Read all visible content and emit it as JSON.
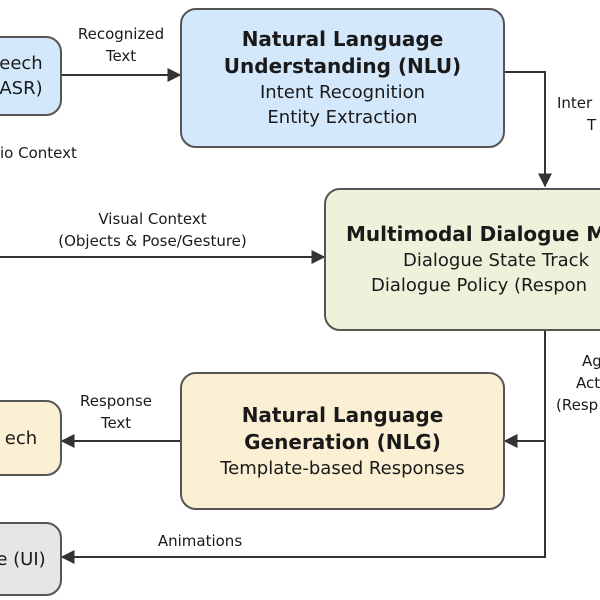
{
  "nodes": {
    "asr": {
      "lines": [
        "eech",
        "ASR)"
      ],
      "color": "#d4e8fb"
    },
    "nlu": {
      "title": [
        "Natural Language",
        "Understanding (NLU)"
      ],
      "lines": [
        "Intent Recognition",
        "Entity Extraction"
      ],
      "color": "#d4e8fb"
    },
    "dm": {
      "title": [
        "Multimodal Dialogue M"
      ],
      "lines": [
        "Dialogue State Track",
        "Dialogue Policy (Respon"
      ],
      "color": "#edf2da"
    },
    "nlg": {
      "title": [
        "Natural Language",
        "Generation (NLG)"
      ],
      "lines": [
        "Template-based Responses"
      ],
      "color": "#fbf0d4"
    },
    "tts": {
      "lines": [
        "ech"
      ],
      "color": "#fbf0d4"
    },
    "ui": {
      "lines": [
        "e (UI)"
      ],
      "color": "#e6e6e6"
    }
  },
  "edges": {
    "recognized_text": [
      "Recognized",
      "Text"
    ],
    "audio_context": [
      "io Context"
    ],
    "intent": [
      "Inter",
      "T"
    ],
    "visual_context": [
      "Visual Context",
      "(Objects & Pose/Gesture)"
    ],
    "agent_action": [
      "Ag",
      "Act",
      "(Resp"
    ],
    "response_text": [
      "Response",
      "Text"
    ],
    "animations": [
      "Animations"
    ]
  },
  "colors": {
    "stroke": "#555555",
    "arrow": "#333333"
  }
}
